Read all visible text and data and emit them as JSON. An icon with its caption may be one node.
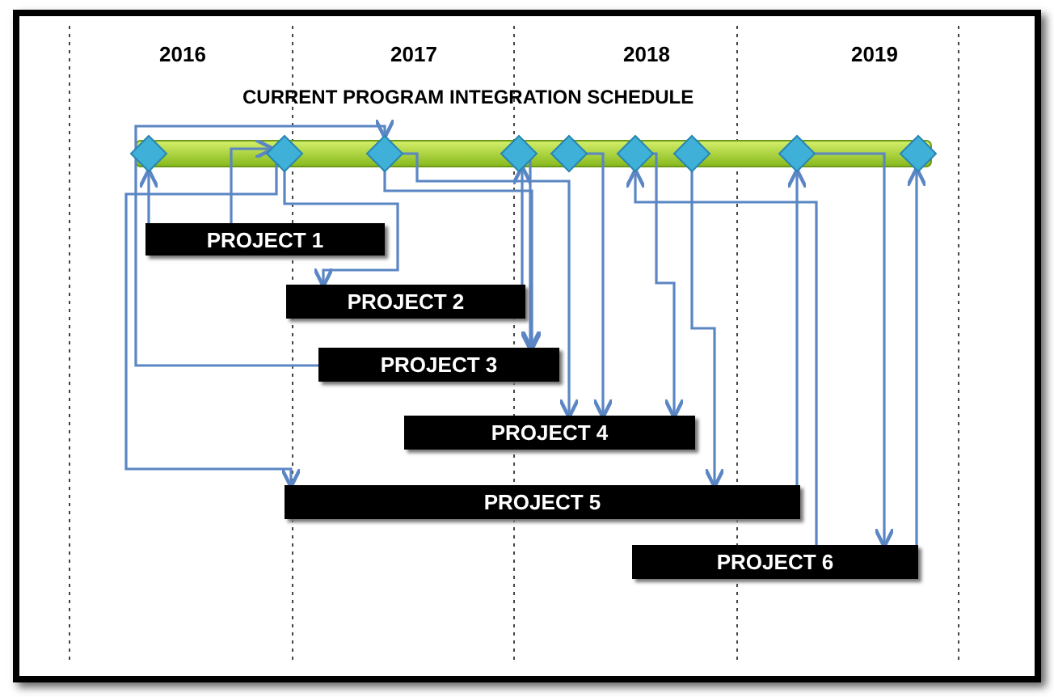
{
  "diagram": {
    "title": "CURRENT PROGRAM INTEGRATION SCHEDULE",
    "nodes": [
      {
        "text": [],
        "shape": "diamond"
      },
      {
        "text": [],
        "shape": "diamond"
      },
      {
        "text": [],
        "shape": "diamond"
      },
      {
        "text": [],
        "shape": "diamond"
      },
      {
        "text": [],
        "shape": "diamond"
      },
      {
        "text": [],
        "shape": "diamond"
      },
      {
        "text": [],
        "shape": "diamond"
      },
      {
        "text": [],
        "shape": "diamond"
      },
      {
        "text": [],
        "shape": "diamond"
      },
      {
        "text": [
          "PROJECT 1"
        ]
      },
      {
        "text": [
          "PROJECT 2"
        ]
      },
      {
        "text": [
          "PROJECT 3"
        ]
      },
      {
        "text": [
          "PROJECT 4"
        ]
      },
      {
        "text": [
          "PROJECT 5"
        ]
      },
      {
        "text": [
          "PROJECT 6"
        ]
      }
    ],
    "edges": [
      {
        "from": 9,
        "to": 0,
        "arrow": "to"
      },
      {
        "from": 9,
        "to": 1,
        "arrow": "to"
      },
      {
        "from": 1,
        "to": 10,
        "arrow": "to"
      },
      {
        "from": 1,
        "to": 13,
        "arrow": "to"
      },
      {
        "from": 11,
        "to": 2,
        "arrow": "to"
      },
      {
        "from": 2,
        "to": 11,
        "arrow": "to"
      },
      {
        "from": 2,
        "to": 12,
        "arrow": "to"
      },
      {
        "from": 10,
        "to": 3,
        "arrow": "to"
      },
      {
        "from": 3,
        "to": 11,
        "arrow": "to"
      },
      {
        "from": 4,
        "to": 12,
        "arrow": "to"
      },
      {
        "from": 14,
        "to": 5,
        "arrow": "to"
      },
      {
        "from": 5,
        "to": 12,
        "arrow": "to"
      },
      {
        "from": 6,
        "to": 13,
        "arrow": "to"
      },
      {
        "from": 13,
        "to": 7,
        "arrow": "to"
      },
      {
        "from": 7,
        "to": 14,
        "arrow": "to"
      },
      {
        "from": 14,
        "to": 8,
        "arrow": "to"
      }
    ],
    "labels": [
      "2016",
      "2017",
      "2018",
      "2019"
    ]
  }
}
